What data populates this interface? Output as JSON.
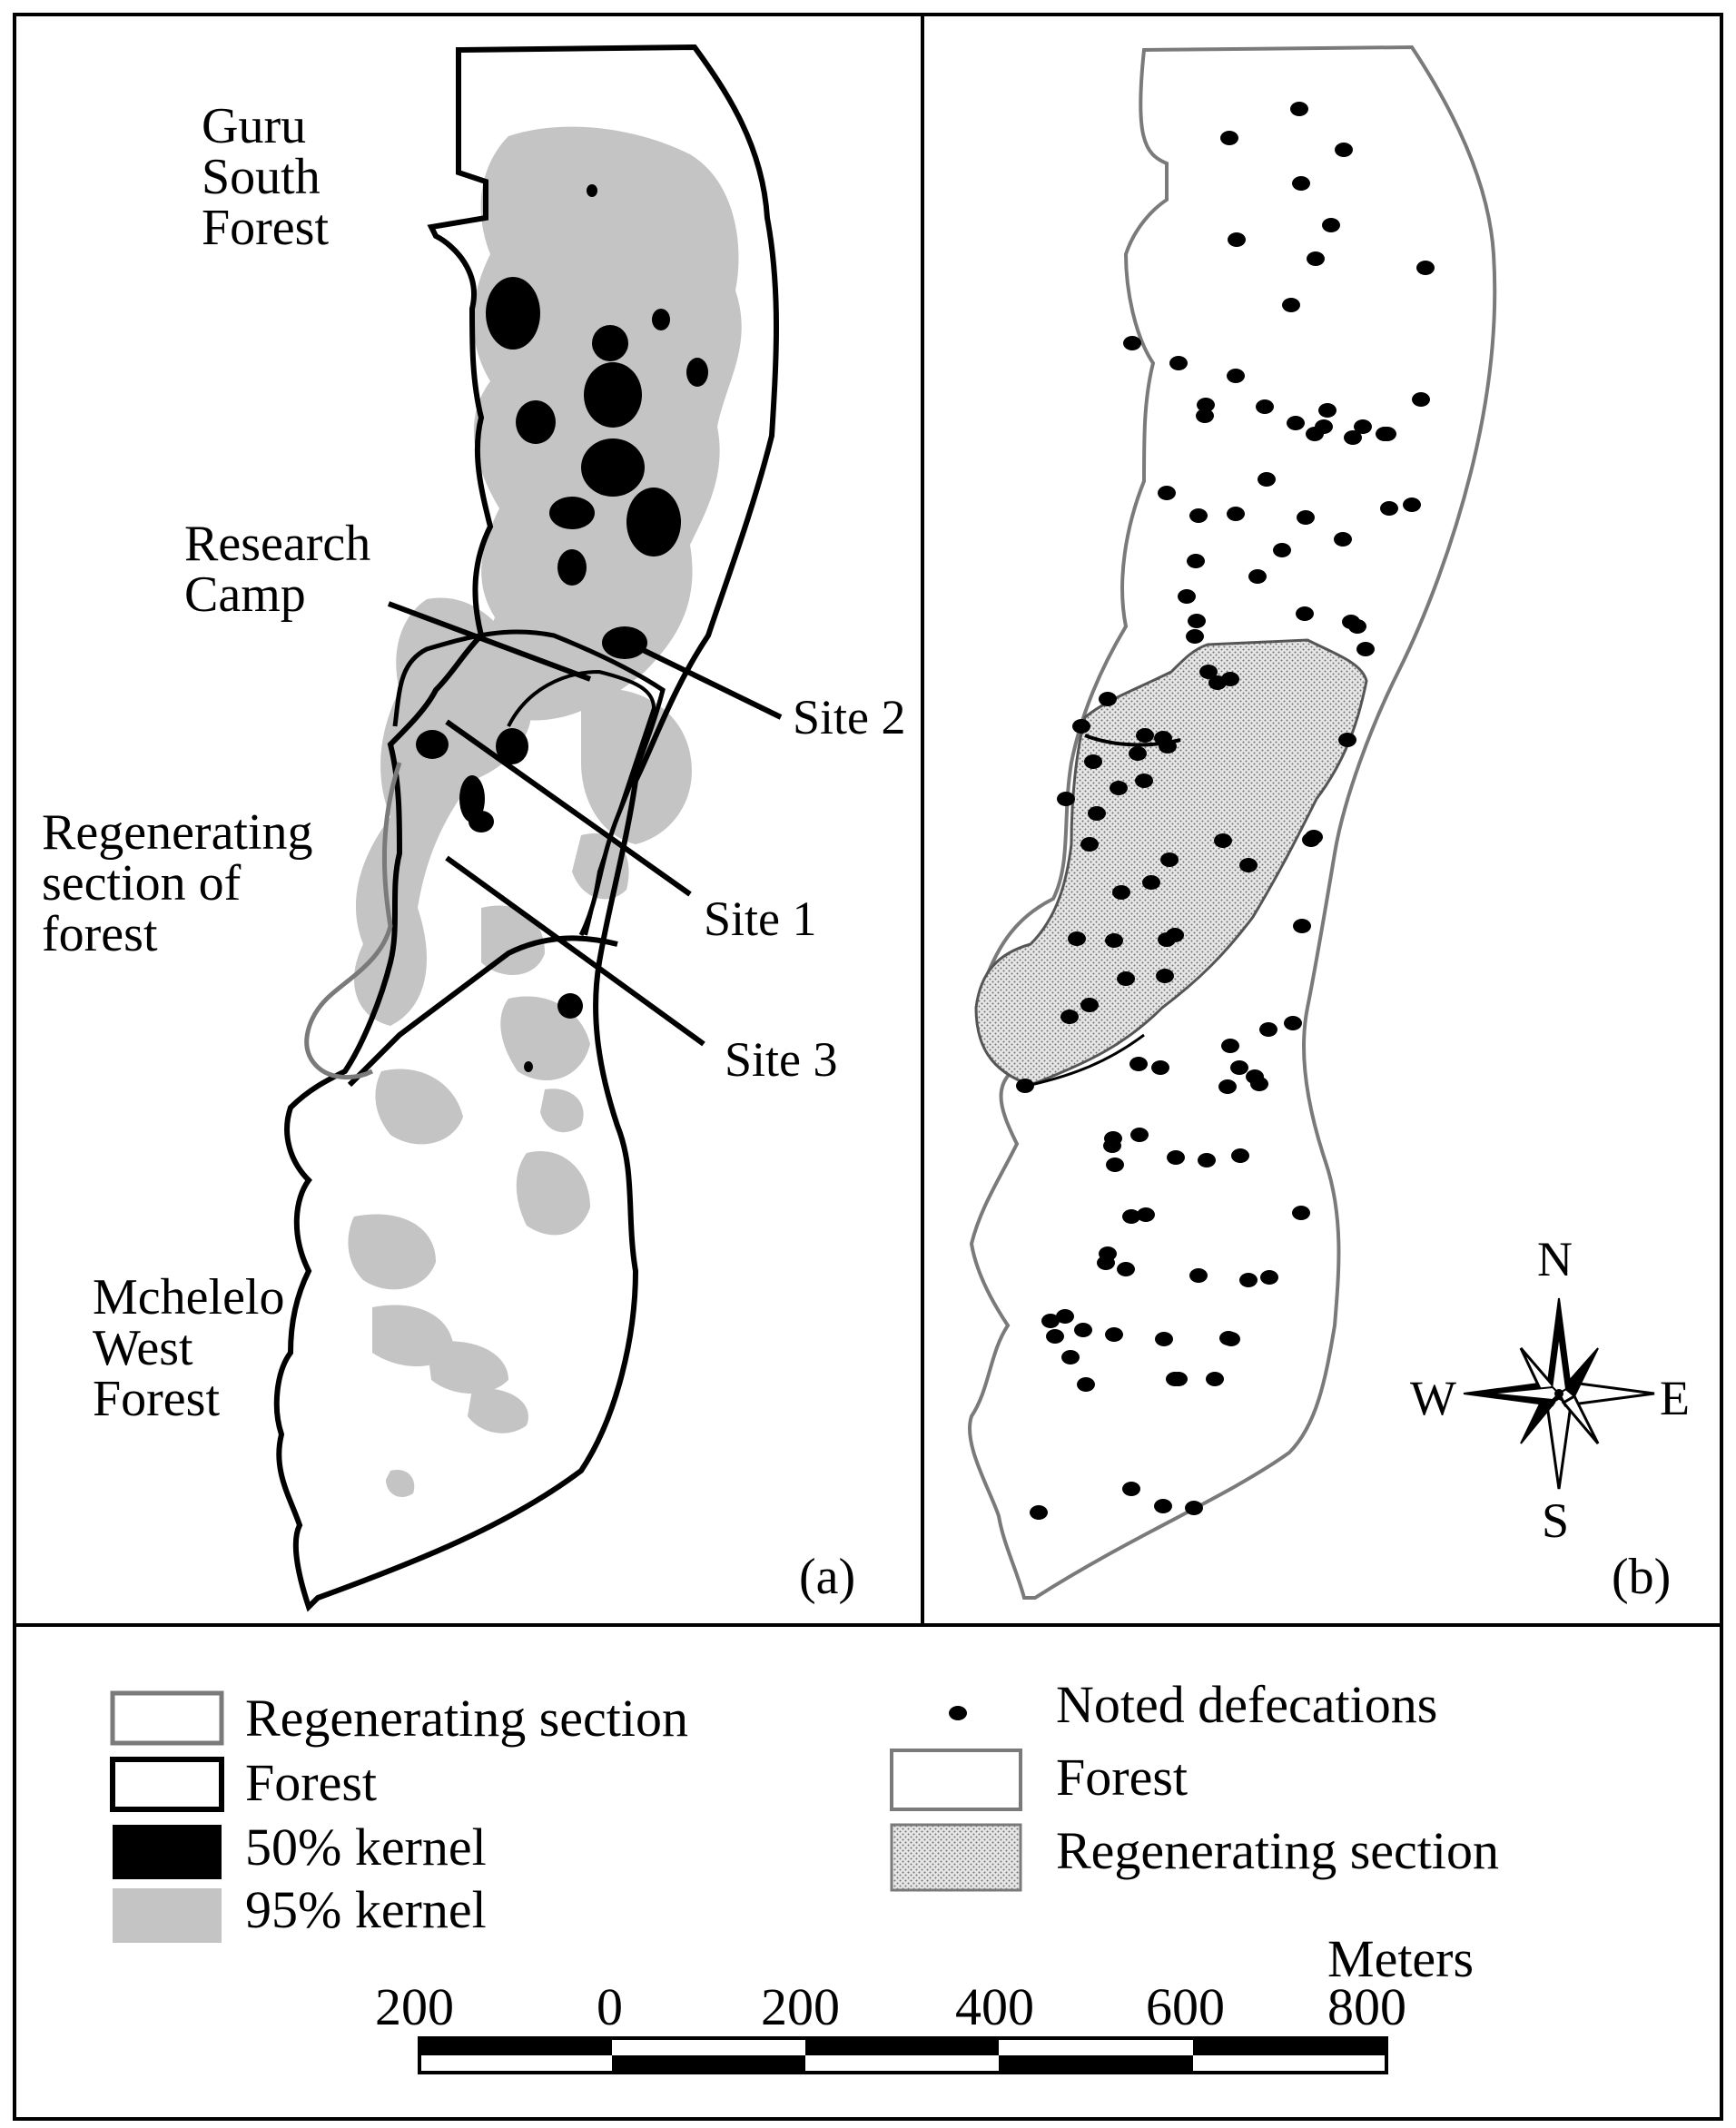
{
  "panel_a": {
    "panel_label": "(a)",
    "place_labels": {
      "guru": [
        "Guru",
        "South",
        "Forest"
      ],
      "research_camp": [
        "Research",
        "Camp"
      ],
      "regenerating": [
        "Regenerating",
        "section of",
        "forest"
      ],
      "mchelelo": [
        "Mchelelo",
        "West",
        "Forest"
      ]
    },
    "sites": {
      "site1": "Site 1",
      "site2": "Site 2",
      "site3": "Site 3"
    }
  },
  "panel_b": {
    "panel_label": "(b)",
    "compass": {
      "n": "N",
      "s": "S",
      "e": "E",
      "w": "W"
    }
  },
  "legend_a": {
    "regenerating": "Regenerating section",
    "forest": "Forest",
    "kernel50": "50% kernel",
    "kernel95": "95% kernel"
  },
  "legend_b": {
    "defecations": "Noted defecations",
    "forest": "Forest",
    "regenerating": "Regenerating section"
  },
  "scale_bar": {
    "unit": "Meters",
    "ticks": [
      "200",
      "0",
      "200",
      "400",
      "600",
      "800"
    ]
  },
  "colors": {
    "kernel95": "#c4c4c4",
    "kernel50": "#000000",
    "regen_hatch": "#d8d8d8",
    "outline_gray": "#7a7a7a"
  }
}
